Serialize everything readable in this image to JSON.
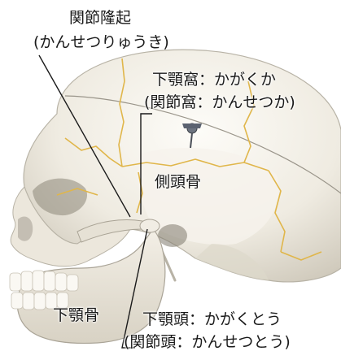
{
  "labels": {
    "condyle_title": "関節隆起",
    "condyle_reading": "(かんせつりゅうき)",
    "fossa_title": "下顎窩：かがくか",
    "fossa_reading": "(関節窩：かんせつか)",
    "temporal": "側頭骨",
    "mandible": "下顎骨",
    "head_title": "下顎頭：かがくとう",
    "head_reading": "(関節頭：かんせつとう)"
  },
  "colors": {
    "bone": "#f4f1ea",
    "bone_shadow": "#b8b3a6",
    "suture": "#e0b64a",
    "leader_line": "#1a1a1a"
  }
}
